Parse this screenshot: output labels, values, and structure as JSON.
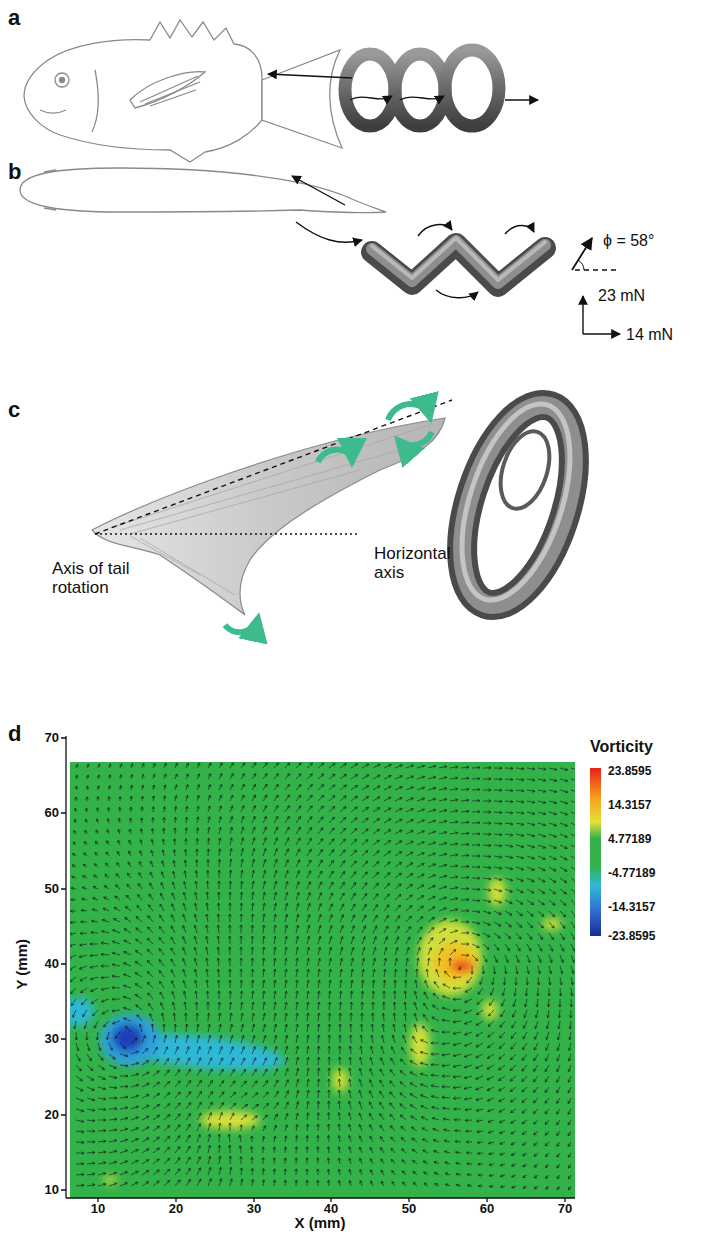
{
  "diagram": {
    "labels": [
      "a",
      "b",
      "ϕ = 58°",
      "23 mN",
      "14 mN",
      "c",
      "Horizontal axis",
      "Axis of tail rotation",
      "d",
      "Vorticity",
      "23.8595",
      "14.3157",
      "4.77189",
      "-4.77189",
      "-14.3157",
      "-23.8595",
      "70",
      "60",
      "50",
      "40",
      "30",
      "20",
      "10",
      "Y (mm)",
      "10",
      "20",
      "30",
      "40",
      "50",
      "60",
      "70",
      "X (mm)"
    ]
  }
}
